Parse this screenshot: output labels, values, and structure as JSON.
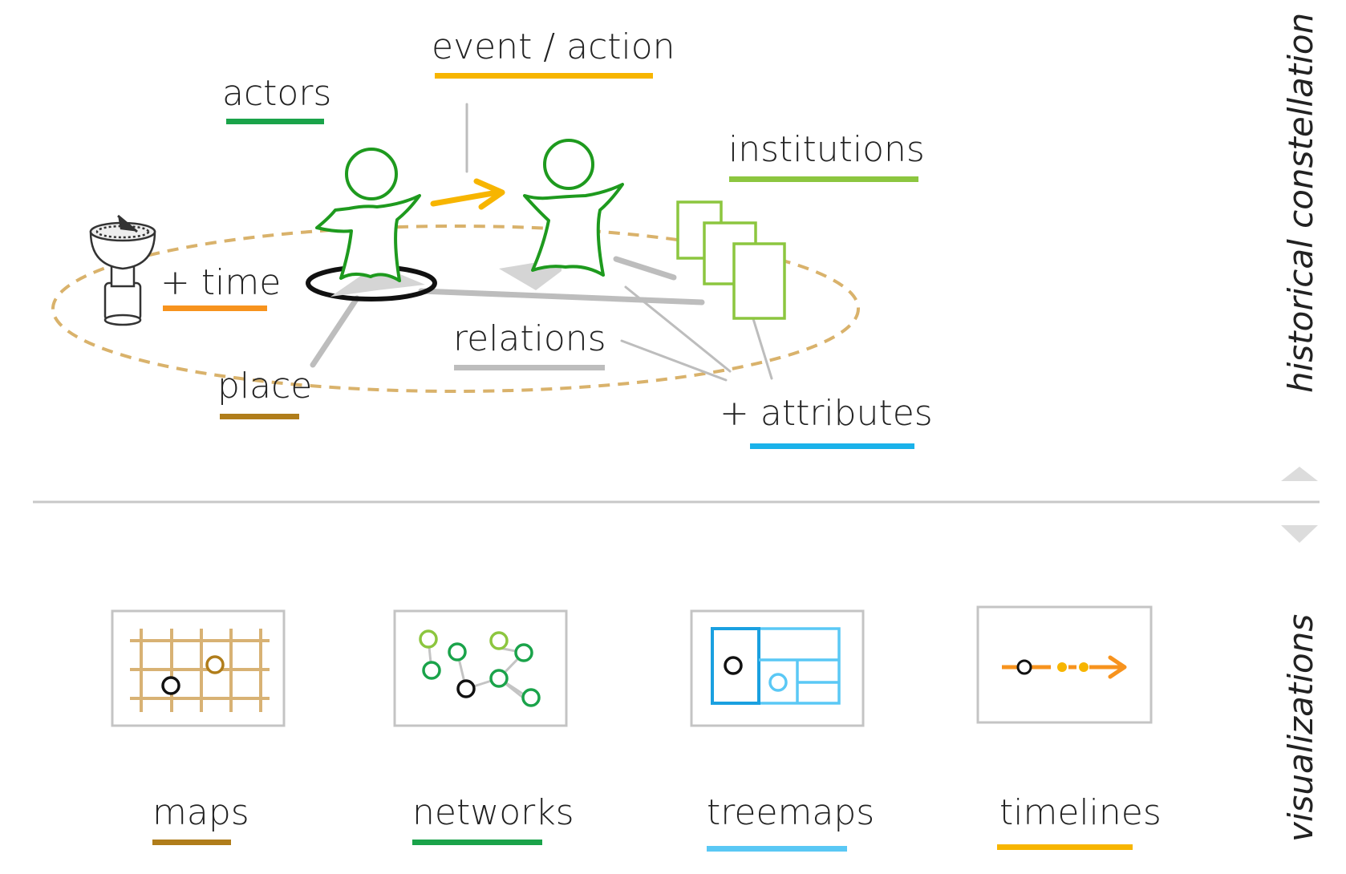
{
  "colors": {
    "actors": "#1aa34a",
    "event": "#f7b500",
    "institutions": "#8cc63f",
    "time": "#f7931e",
    "place": "#b07d1a",
    "relations": "#bdbdbd",
    "attributes": "#1ab2ea",
    "ellipse": "#d9b26b",
    "figure": "#1e9a1e",
    "treemap_dark": "#1aa0e0",
    "treemap_light": "#5ac8f5",
    "timeline": "#f7931e",
    "map_grid": "#d8b274"
  },
  "constellation": {
    "labels": {
      "actors": "actors",
      "event": "event / action",
      "institutions": "institutions",
      "time": "+ time",
      "relations": "relations",
      "place": "place",
      "attributes": "+ attributes"
    },
    "side_label": "historical constellation"
  },
  "visualizations": {
    "side_label": "visualizations",
    "items": [
      {
        "key": "maps",
        "label": "maps"
      },
      {
        "key": "networks",
        "label": "networks"
      },
      {
        "key": "treemaps",
        "label": "treemaps"
      },
      {
        "key": "timelines",
        "label": "timelines"
      }
    ]
  },
  "icons": [
    "sundial-icon",
    "actor-figure-icon",
    "document-stack-icon",
    "arrow-up-icon",
    "arrow-down-icon",
    "map-thumbnail-icon",
    "network-thumbnail-icon",
    "treemap-thumbnail-icon",
    "timeline-thumbnail-icon"
  ]
}
